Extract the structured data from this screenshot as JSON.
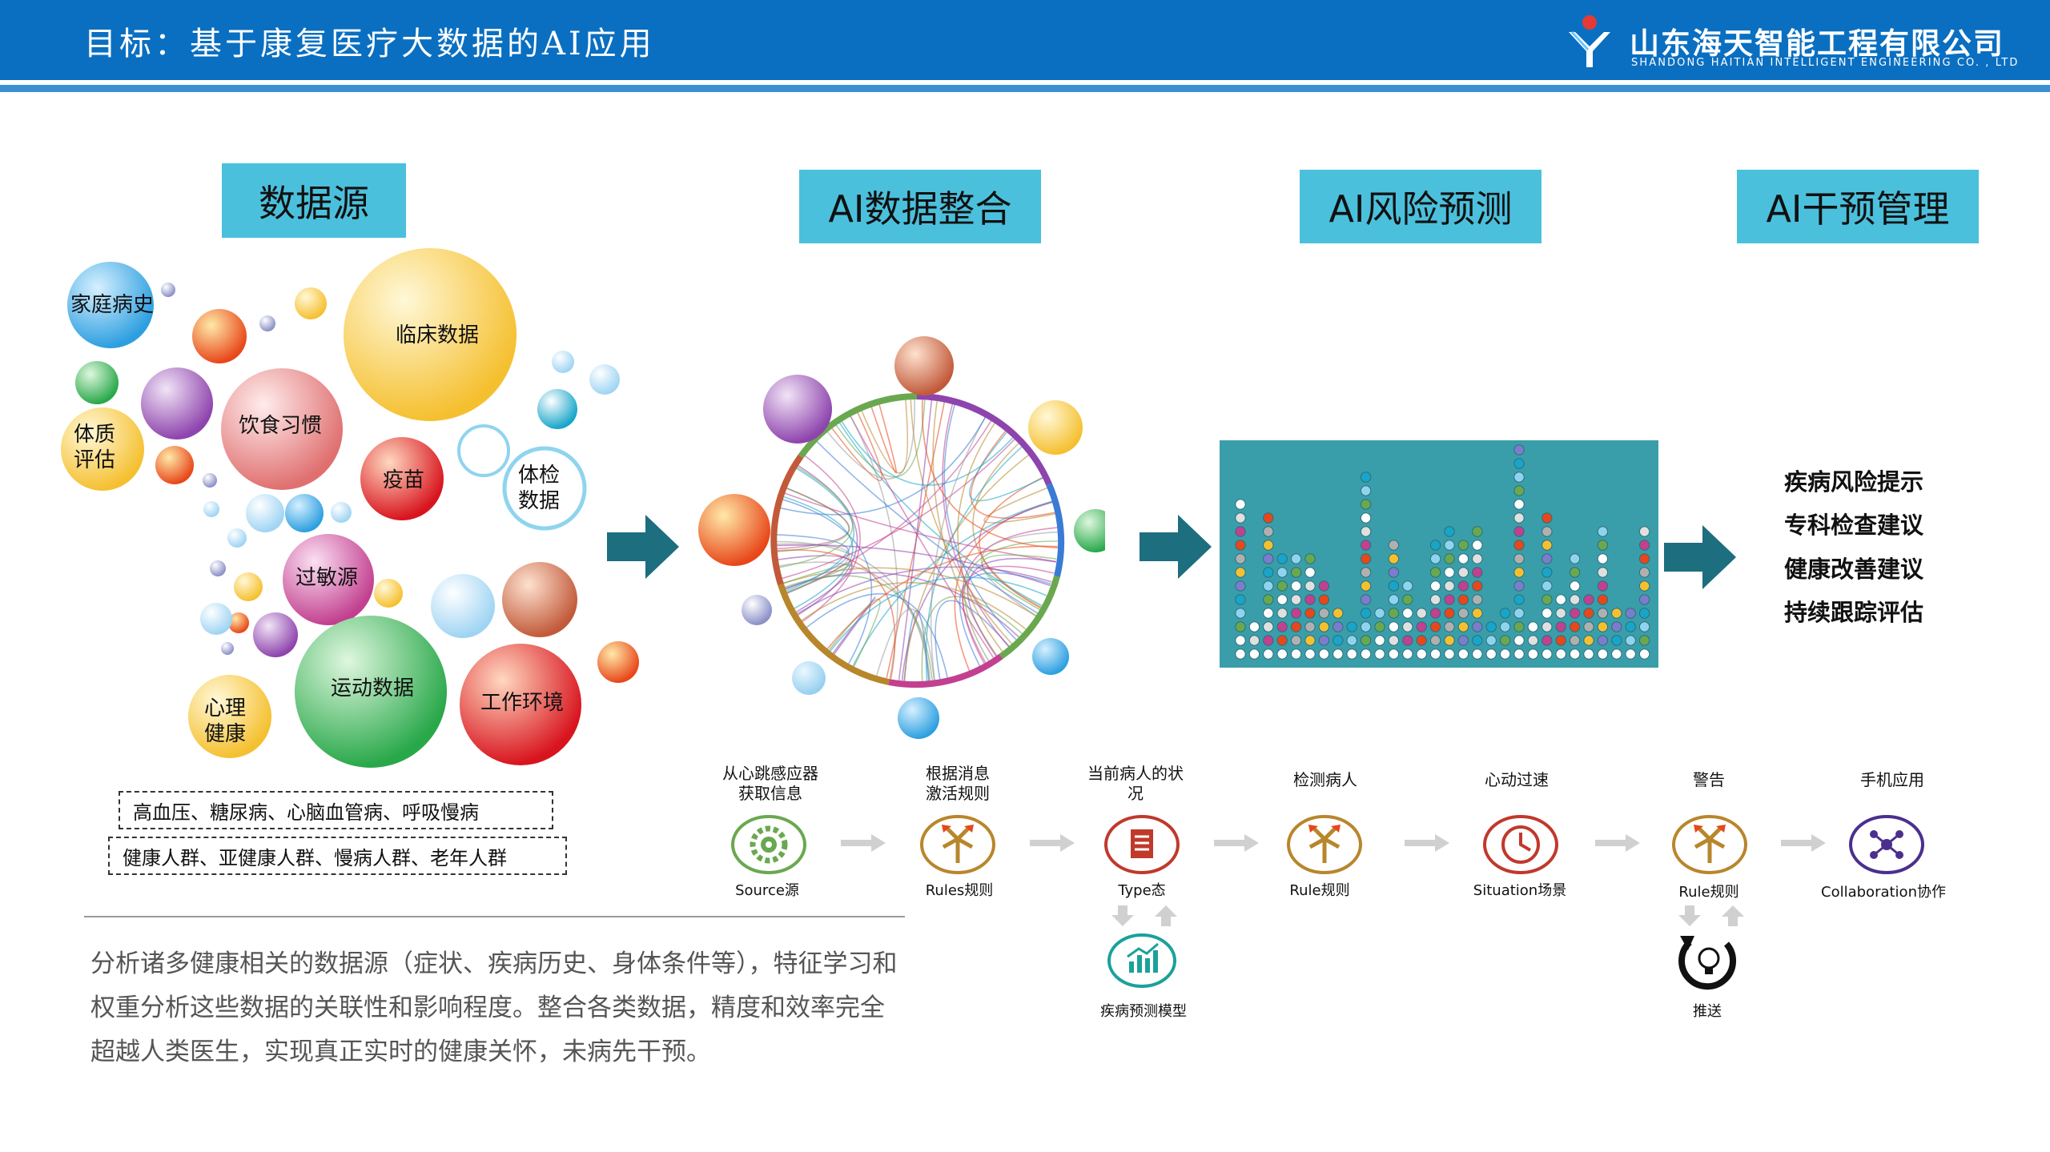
{
  "header": {
    "title": "目标：基于康复医疗大数据的AI应用",
    "company_cn": "山东海天智能工程有限公司",
    "company_en": "SHANDONG HAITIAN INTELLIGENT ENGINEERING   CO. , LTD"
  },
  "stages": [
    "数据源",
    "AI数据整合",
    "AI风险预测",
    "AI干预管理"
  ],
  "bubbles": {
    "family_history": "家庭病史",
    "clinical": "临床数据",
    "diet": "饮食习惯",
    "constitution": [
      "体质",
      "评估"
    ],
    "vaccine": "疫苗",
    "physical_exam": [
      "体检",
      "数据"
    ],
    "allergen": "过敏源",
    "exercise": "运动数据",
    "work_env": "工作环境",
    "mental": [
      "心理",
      "健康"
    ]
  },
  "disease_box": "高血压、糖尿病、心脑血管病、呼吸慢病",
  "population_box": "健康人群、亚健康人群、慢病人群、老年人群",
  "description": "分析诸多健康相关的数据源（症状、疾病历史、身体条件等），特征学习和权重分析这些数据的关联性和影响程度。整合各类数据，精度和效率完全超越人类医生，实现真正实时的健康关怀，未病先干预。",
  "outcomes": [
    "疾病风险提示",
    "专科检查建议",
    "健康改善建议",
    "持续跟踪评估"
  ],
  "flow": [
    {
      "top": [
        "从心跳感应器",
        "获取信息"
      ],
      "bottom": "Source源",
      "icon": "gear-icon",
      "color": "#6aa84f"
    },
    {
      "top": [
        "根据消息",
        "激活规则"
      ],
      "bottom": "Rules规则",
      "icon": "branch-arrows-icon",
      "color": "#b8862b"
    },
    {
      "top": [
        "当前病人的状",
        "况"
      ],
      "bottom": "Type态",
      "icon": "document-icon",
      "color": "#c0392b"
    },
    {
      "top": [
        "检测病人"
      ],
      "bottom": "Rule规则",
      "icon": "branch-arrows-icon",
      "color": "#b8862b"
    },
    {
      "top": [
        "心动过速"
      ],
      "bottom": "Situation场景",
      "icon": "clock-icon",
      "color": "#c0392b"
    },
    {
      "top": [
        "警告"
      ],
      "bottom": "Rule规则",
      "icon": "branch-arrows-icon",
      "color": "#b8862b"
    },
    {
      "top": [
        "手机应用"
      ],
      "bottom": "Collaboration协作",
      "icon": "network-icon",
      "color": "#4b2f8f"
    }
  ],
  "flow_extra": {
    "model_label": "疾病预测模型",
    "push_label": "推送"
  },
  "colors": {
    "header_blue": "#0a6fc1",
    "stage_cyan": "#4bc0dc",
    "arrow_teal": "#1d6e7e",
    "panel_teal": "#3a9eaa"
  }
}
